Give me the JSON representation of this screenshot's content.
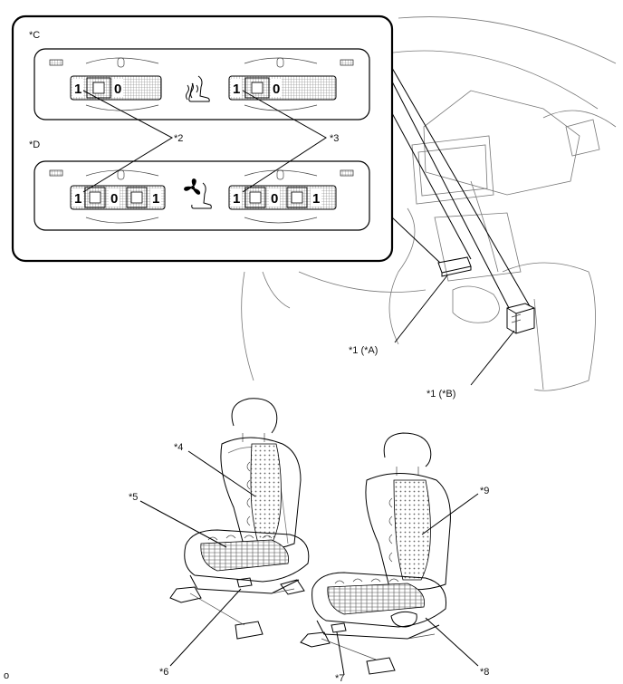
{
  "callouts": {
    "c": "*C",
    "d": "*D",
    "n1a": "*1 (*A)",
    "n1b": "*1 (*B)",
    "n2": "*2",
    "n3": "*3",
    "n4": "*4",
    "n5": "*5",
    "n6": "*6",
    "n7": "*7",
    "n8": "*8",
    "n9": "*9"
  },
  "switch_digits": {
    "one": "1",
    "zero": "0"
  },
  "corner_mark": "o",
  "icons": {
    "heater": "seat-heater-icon",
    "ventilation": "seat-ventilation-fan-icon"
  },
  "colors": {
    "line": "#000000",
    "panel_stroke": "#000000",
    "grid_fill": "#d8d8d8"
  }
}
